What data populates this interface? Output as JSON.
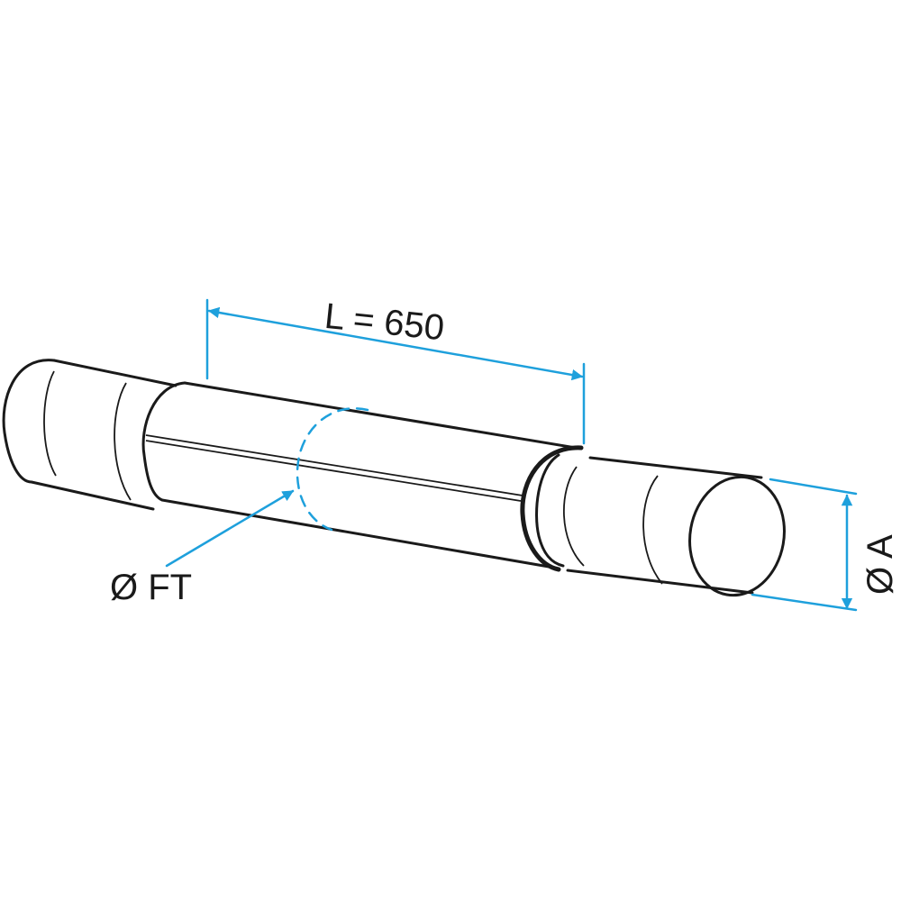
{
  "labels": {
    "length": "L = 650",
    "fitting_diameter": "Ø FT",
    "outer_diameter": "Ø A"
  },
  "colors": {
    "dimension": "#1ea0dc",
    "outline": "#1a1a1a"
  }
}
